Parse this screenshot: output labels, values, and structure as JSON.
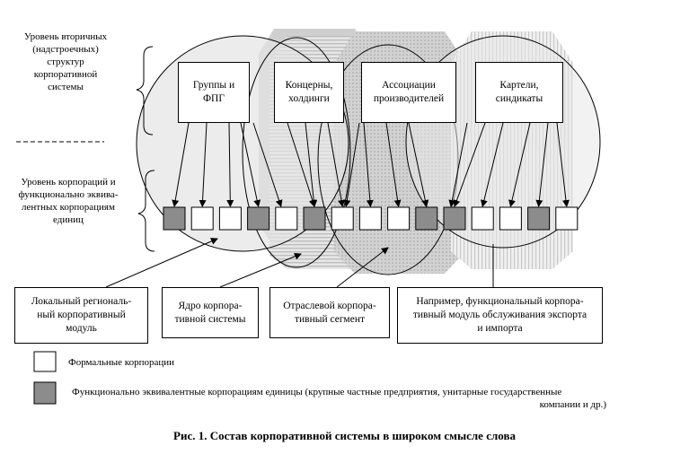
{
  "left_labels": {
    "secondary": [
      "Уровень вторичных",
      "(надстроечных)",
      "структур",
      "корпоративной",
      "системы"
    ],
    "corporations": [
      "Уровень корпораций и",
      "функционально эквива-",
      "лентных корпорациям",
      "единиц"
    ]
  },
  "top_boxes": [
    {
      "lines": [
        "Группы и",
        "ФПГ"
      ]
    },
    {
      "lines": [
        "Концерны,",
        "холдинги"
      ]
    },
    {
      "lines": [
        "Ассоциации",
        "производителей"
      ]
    },
    {
      "lines": [
        "Картели,",
        "синдикаты"
      ]
    }
  ],
  "units": [
    "gray",
    "white",
    "white",
    "gray",
    "white",
    "gray",
    "white",
    "white",
    "white",
    "gray",
    "gray",
    "white",
    "white",
    "gray",
    "white"
  ],
  "bottom_boxes": [
    {
      "lines": [
        "Локальный региональ-",
        "ный корпоративный",
        "модуль"
      ]
    },
    {
      "lines": [
        "Ядро корпора-",
        "тивной системы"
      ]
    },
    {
      "lines": [
        "Отраслевой корпора-",
        "тивный сегмент"
      ]
    },
    {
      "lines": [
        "Например, функциональный корпора-",
        "тивный модуль обслуживания экспорта",
        "и импорта"
      ]
    }
  ],
  "legend": {
    "formal": "Формальные корпорации",
    "equivalent_line1": "Функционально эквивалентные корпорациям единицы (крупные частные предприятия, унитарные государственные",
    "equivalent_line2": "компании и др.)"
  },
  "caption": "Рис. 1. Состав корпоративной системы в широком смысле слова",
  "colors": {
    "gray_unit": "#8c8c8c",
    "white_unit": "#ffffff",
    "line": "#000000"
  }
}
